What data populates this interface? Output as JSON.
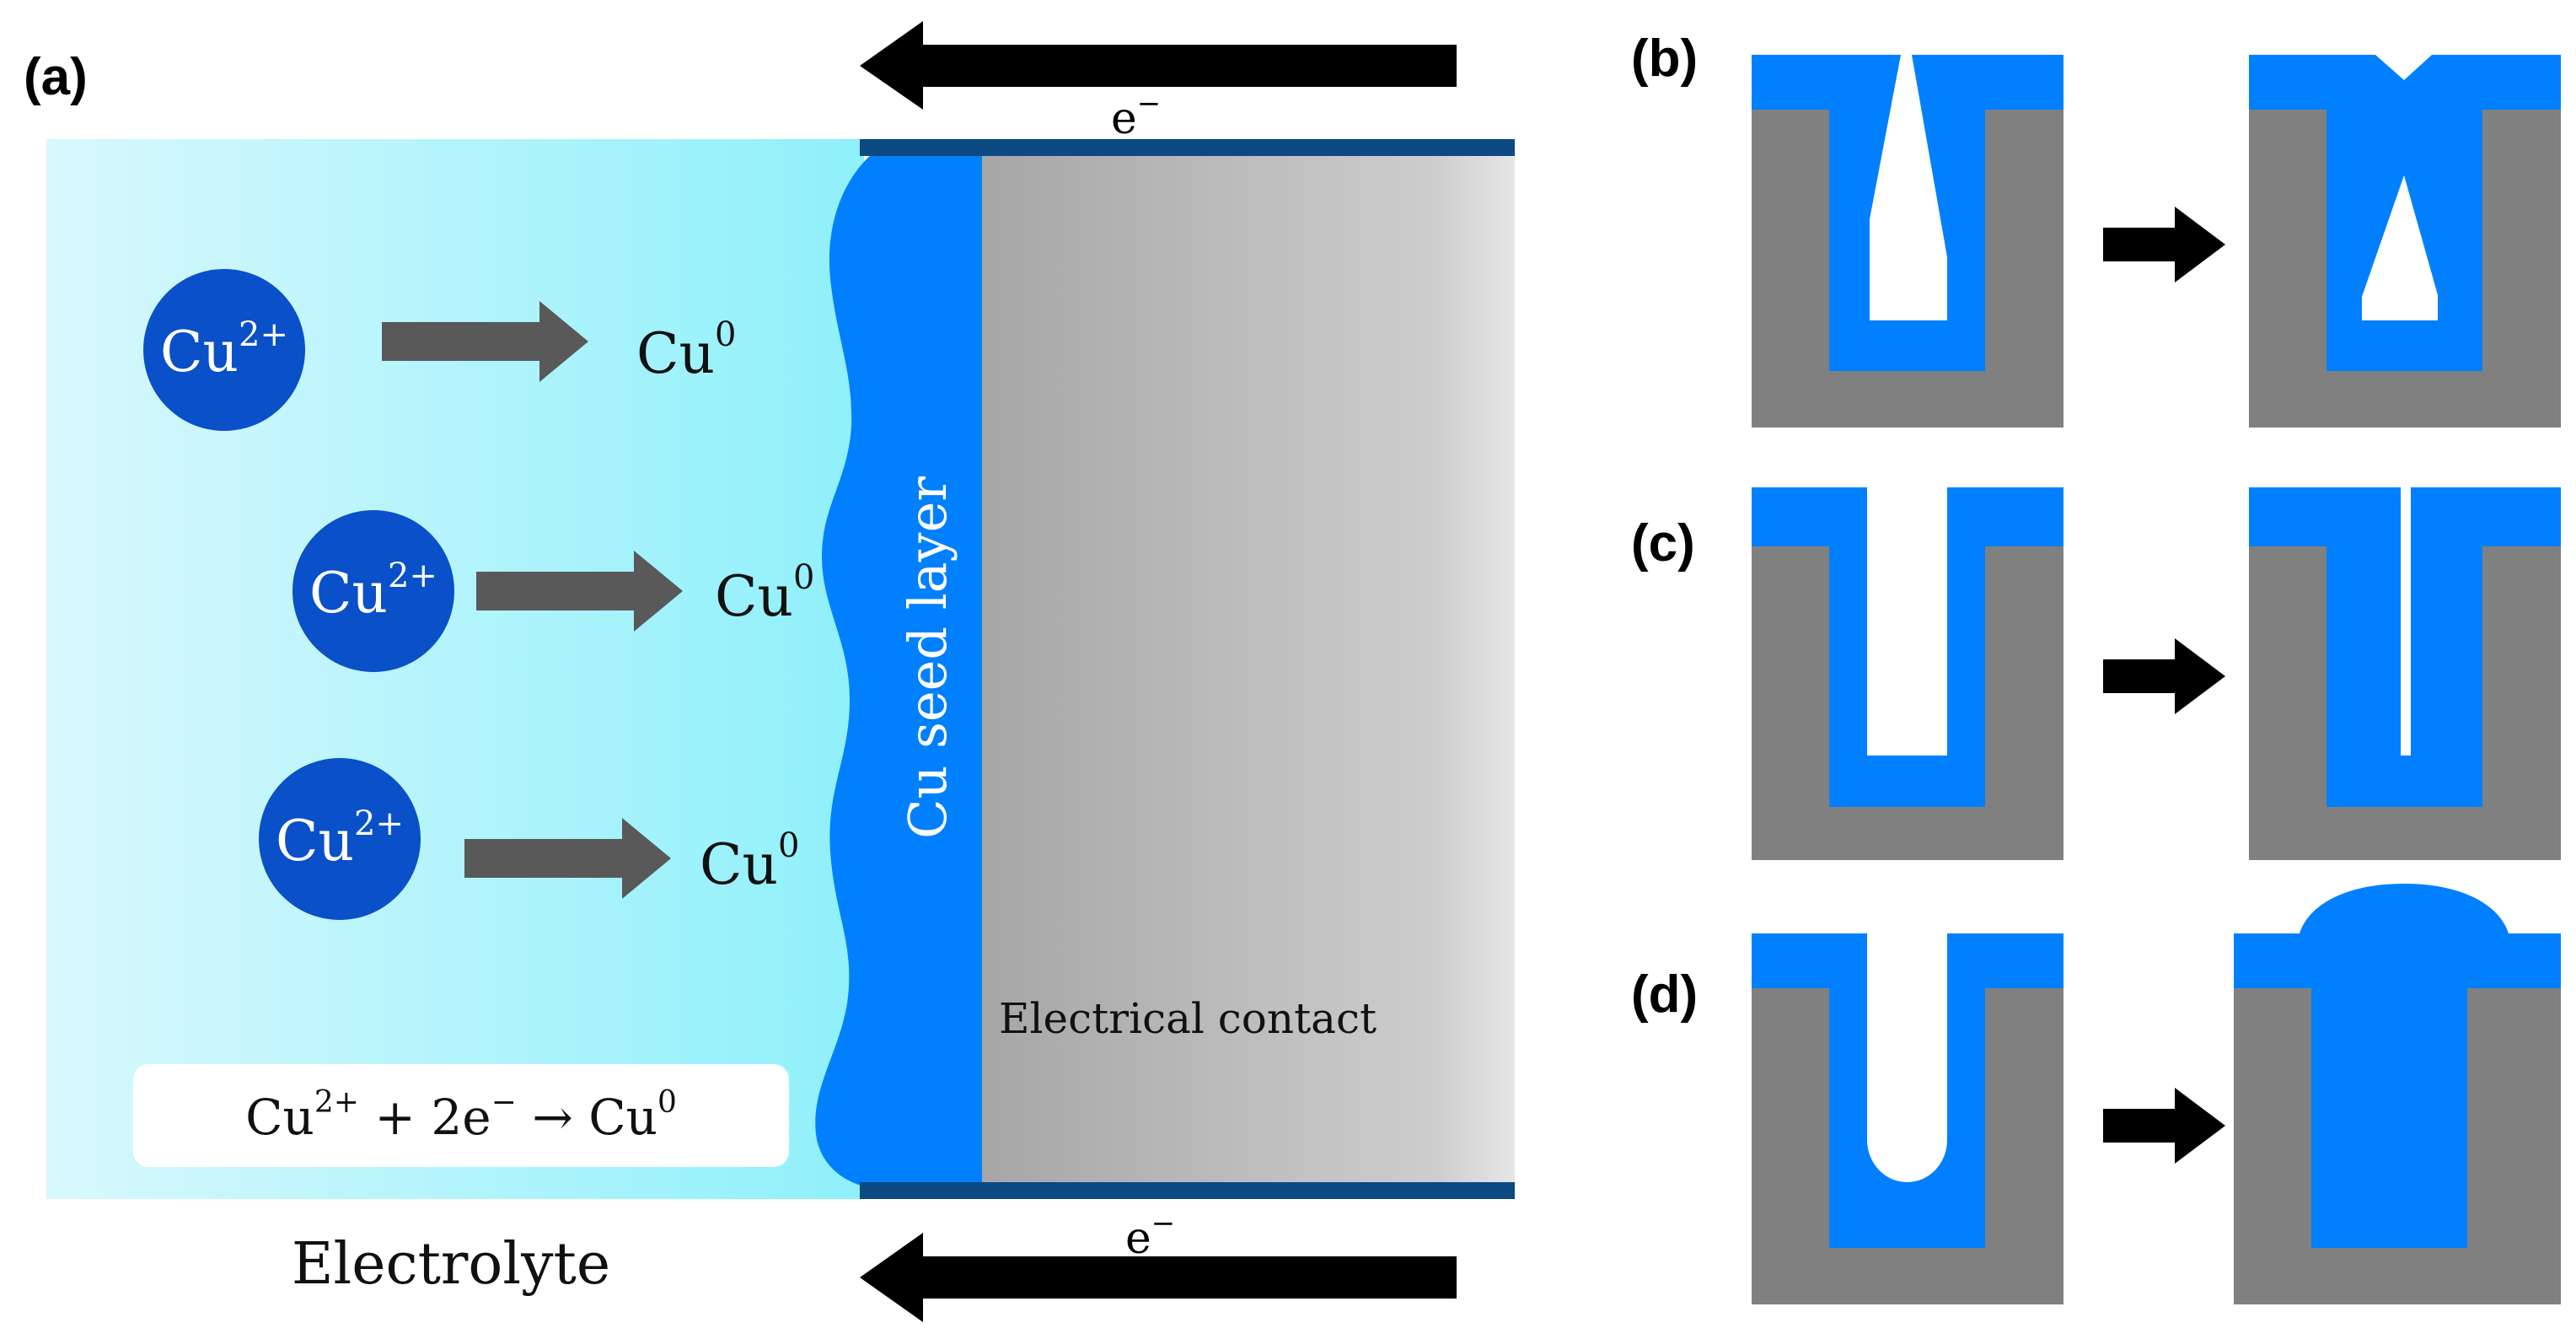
{
  "panel_a": {
    "label": "(a)",
    "ion_label": "Cu",
    "ion_charge": "2+",
    "atom_label": "Cu",
    "atom_charge": "0",
    "electron_label": "e",
    "electron_sign": "−",
    "seed_layer": "Cu seed layer",
    "contact": "Electrical contact",
    "electrolyte": "Electrolyte",
    "equation": {
      "ion": "Cu",
      "ion_sup": "2+",
      "mid": " + 2e",
      "mid_sup": "−",
      "arrow": " → Cu",
      "product_sup": "0"
    }
  },
  "panel_b": {
    "label": "(b)"
  },
  "panel_c": {
    "label": "(c)"
  },
  "panel_d": {
    "label": "(d)"
  },
  "colors": {
    "electrolyte_left": "#d8f8fc",
    "electrolyte_right": "#8ff0fb",
    "copper": "#0080ff",
    "ion": "#0a50c8",
    "substrate": "#808080",
    "contact_left": "#a6a6a6",
    "contact_right": "#e4e4e4",
    "rail": "#0b4a82",
    "arrow_dark": "#000000",
    "arrow_gray": "#595959"
  }
}
